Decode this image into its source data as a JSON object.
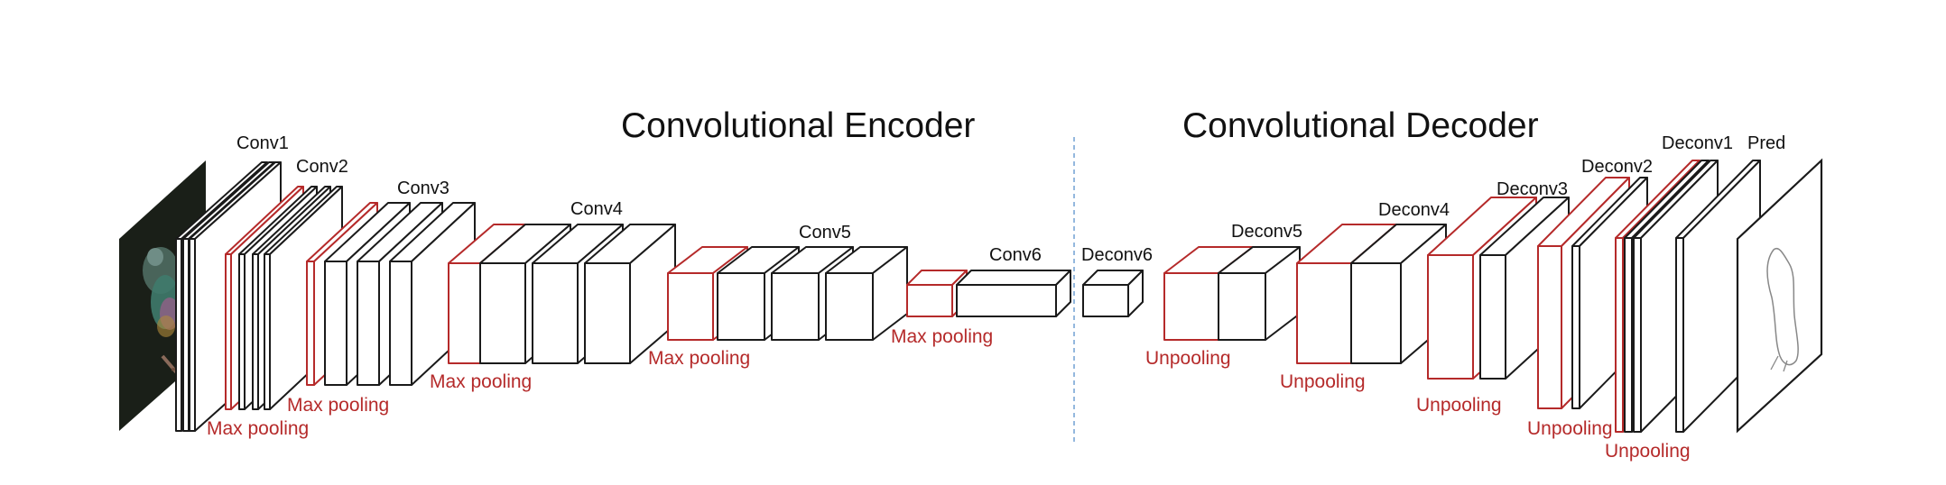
{
  "encoder": {
    "title": "Convolutional Encoder",
    "layers": [
      "Conv1",
      "Conv2",
      "Conv3",
      "Conv4",
      "Conv5",
      "Conv6"
    ],
    "pooling_label": "Max pooling"
  },
  "decoder": {
    "title": "Convolutional Decoder",
    "layers": [
      "Deconv6",
      "Deconv5",
      "Deconv4",
      "Deconv3",
      "Deconv2",
      "Deconv1"
    ],
    "prediction_label": "Pred",
    "unpooling_label": "Unpooling"
  },
  "colors": {
    "block": "#1a1a1a",
    "pooling": "#b52a2a",
    "divider": "#7aa6d6",
    "photo": "#1a1f18"
  }
}
